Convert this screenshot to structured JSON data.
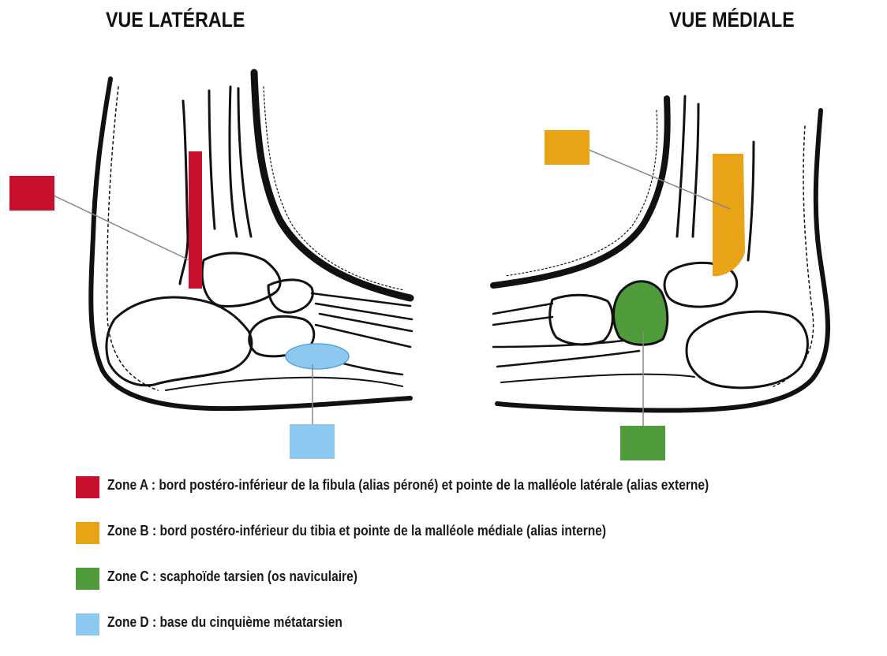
{
  "titles": {
    "lateral": "VUE LATÉRALE",
    "medial": "VUE MÉDIALE"
  },
  "colors": {
    "zone_a": "#c8102e",
    "zone_b": "#e8a317",
    "zone_c": "#4f9a3a",
    "zone_d": "#8cc8ef",
    "outline": "#111111"
  },
  "legend": [
    {
      "zone": "A",
      "color": "#c8102e",
      "text": "Zone A : bord postéro-inférieur de la fibula (alias péroné) et pointe de la malléole latérale (alias externe)"
    },
    {
      "zone": "B",
      "color": "#e8a317",
      "text": "Zone B : bord postéro-inférieur du tibia et pointe de la malléole médiale (alias interne)"
    },
    {
      "zone": "C",
      "color": "#4f9a3a",
      "text": "Zone C : scaphoïde tarsien (os naviculaire)"
    },
    {
      "zone": "D",
      "color": "#8cc8ef",
      "text": "Zone D : base du cinquième métatarsien"
    }
  ]
}
